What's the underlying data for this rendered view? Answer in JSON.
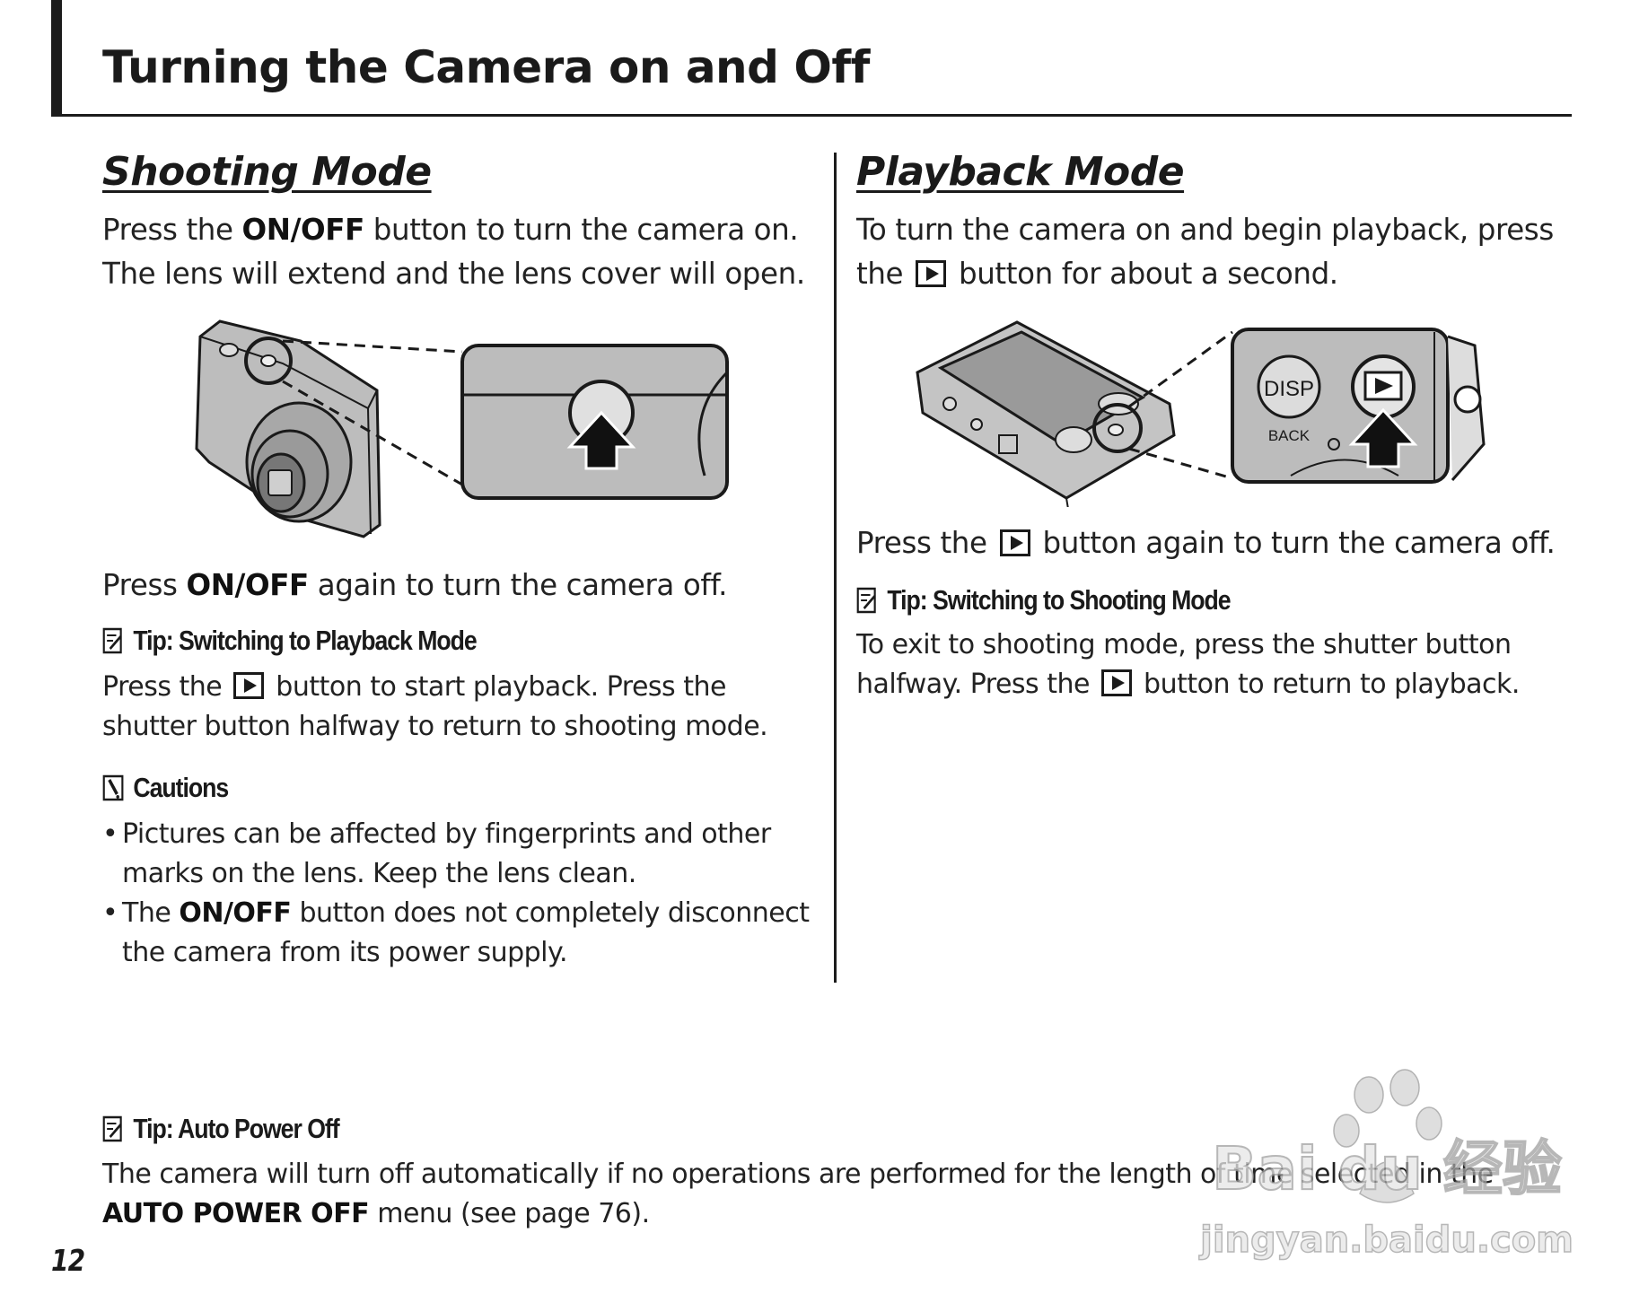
{
  "header": {
    "title": "Turning the Camera on and Off"
  },
  "shooting": {
    "heading": "Shooting Mode",
    "p1_l1_pre": "Press the ",
    "p1_l1_kw": "ON/OFF",
    "p1_l1_post": " button to turn the camera on.",
    "p1_l2": "The lens will extend and the lens cover will open.",
    "p2_pre": "Press ",
    "p2_kw": "ON/OFF",
    "p2_post": " again to turn the camera off.",
    "tip": {
      "title": "Tip: Switching to Playback Mode",
      "l1_pre": "Press the ",
      "l1_post": " button to start playback.  Press the",
      "l2": "shutter button halfway to return to shooting mode."
    },
    "cautions": {
      "title": "Cautions",
      "b1_l1": "Pictures can be affected by fingerprints and other",
      "b1_l2": "marks on the lens.  Keep the lens clean.",
      "b2_pre": "The ",
      "b2_kw": "ON/OFF",
      "b2_post": " button does not completely disconnect",
      "b2_l2": "the camera from its power supply."
    }
  },
  "playback": {
    "heading": "Playback Mode",
    "p1_l1": "To turn the camera on and begin playback, press",
    "p1_l2_pre": "the ",
    "p1_l2_post": " button for about a second.",
    "p2_pre": "Press the ",
    "p2_post": " button again to turn the camera off.",
    "tip": {
      "title": "Tip: Switching to Shooting Mode",
      "l1": "To exit to shooting mode, press the shutter button",
      "l2_pre": "halfway.  Press the ",
      "l2_post": " button to return to playback."
    },
    "illustration": {
      "disp_label": "DISP",
      "back_label": "BACK"
    }
  },
  "footer_tip": {
    "title": "Tip: Auto Power Off",
    "l1": "The camera will turn off automatically if no operations are performed for the length of time selected in the",
    "l2_kw": "AUTO POWER OFF",
    "l2_post": " menu (see page 76)."
  },
  "page_number": "12",
  "watermark": {
    "line1": "Bai  du 经验",
    "line2": "jingyan.baidu.com"
  }
}
